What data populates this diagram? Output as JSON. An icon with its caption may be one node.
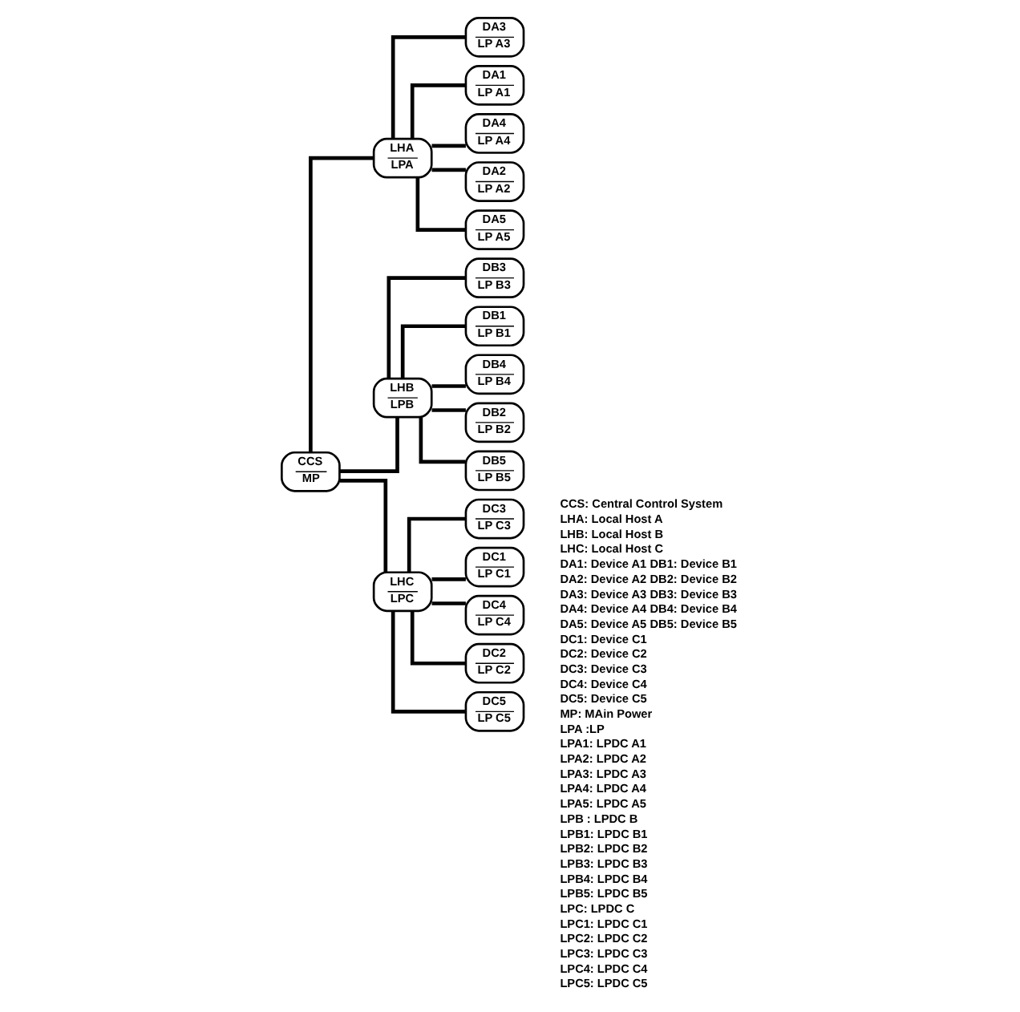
{
  "diagram": {
    "nodes": [
      {
        "text": [
          "CCS",
          "MP"
        ]
      },
      {
        "text": [
          "LHA",
          "LPA"
        ]
      },
      {
        "text": [
          "DA3",
          "LP A3"
        ]
      },
      {
        "text": [
          "DA1",
          "LP A1"
        ]
      },
      {
        "text": [
          "DA4",
          "LP A4"
        ]
      },
      {
        "text": [
          "DA2",
          "LP A2"
        ]
      },
      {
        "text": [
          "DA5",
          "LP A5"
        ]
      },
      {
        "text": [
          "LHB",
          "LPB"
        ]
      },
      {
        "text": [
          "DB3",
          "LP B3"
        ]
      },
      {
        "text": [
          "DB1",
          "LP B1"
        ]
      },
      {
        "text": [
          "DB4",
          "LP B4"
        ]
      },
      {
        "text": [
          "DB2",
          "LP B2"
        ]
      },
      {
        "text": [
          "DB5",
          "LP B5"
        ]
      },
      {
        "text": [
          "LHC",
          "LPC"
        ]
      },
      {
        "text": [
          "DC3",
          "LP C3"
        ]
      },
      {
        "text": [
          "DC1",
          "LP C1"
        ]
      },
      {
        "text": [
          "DC4",
          "LP C4"
        ]
      },
      {
        "text": [
          "DC2",
          "LP C2"
        ]
      },
      {
        "text": [
          "DC5",
          "LP C5"
        ]
      }
    ],
    "edges": [
      {
        "from": 0,
        "to": 1,
        "arrow": "none"
      },
      {
        "from": 1,
        "to": 2,
        "arrow": "none"
      },
      {
        "from": 1,
        "to": 3,
        "arrow": "none"
      },
      {
        "from": 1,
        "to": 4,
        "arrow": "none"
      },
      {
        "from": 1,
        "to": 5,
        "arrow": "none"
      },
      {
        "from": 1,
        "to": 6,
        "arrow": "none"
      },
      {
        "from": 0,
        "to": 7,
        "arrow": "none"
      },
      {
        "from": 7,
        "to": 8,
        "arrow": "none"
      },
      {
        "from": 7,
        "to": 9,
        "arrow": "none"
      },
      {
        "from": 7,
        "to": 10,
        "arrow": "none"
      },
      {
        "from": 7,
        "to": 11,
        "arrow": "none"
      },
      {
        "from": 7,
        "to": 12,
        "arrow": "none"
      },
      {
        "from": 0,
        "to": 13,
        "arrow": "none"
      },
      {
        "from": 13,
        "to": 14,
        "arrow": "none"
      },
      {
        "from": 13,
        "to": 15,
        "arrow": "none"
      },
      {
        "from": 13,
        "to": 16,
        "arrow": "none"
      },
      {
        "from": 13,
        "to": 17,
        "arrow": "none"
      },
      {
        "from": 13,
        "to": 18,
        "arrow": "none"
      }
    ],
    "labels": [
      "CCS: Central Control System",
      "LHA: Local Host A",
      "LHB: Local Host B",
      "LHC: Local Host C",
      "DA1: Device A1",
      "DB1: Device B1",
      "DA2: Device A2",
      "DB2: Device B2",
      "DA3: Device A3",
      "DB3: Device B3",
      "DA4: Device A4",
      "DB4: Device B4",
      "DA5: Device A5",
      "DB5: Device B5",
      "DC1: Device C1",
      "DC2: Device C2",
      "DC3: Device C3",
      "DC4: Device C4",
      "DC5: Device C5",
      "MP: MAin Power",
      "LPA :LP",
      "LPA1: LPDC A1",
      "LPA2: LPDC A2",
      "LPA3: LPDC A3",
      "LPA4: LPDC A4",
      "LPA5: LPDC A5",
      "LPB : LPDC B",
      "LPB1: LPDC B1",
      "LPB2: LPDC B2",
      "LPB3: LPDC B3",
      "LPB4: LPDC B4",
      "LPB5: LPDC B5",
      "LPC: LPDC C",
      "LPC1: LPDC C1",
      "LPC2: LPDC C2",
      "LPC3: LPDC C3",
      "LPC4: LPDC C4",
      "LPC5: LPDC C5"
    ]
  }
}
